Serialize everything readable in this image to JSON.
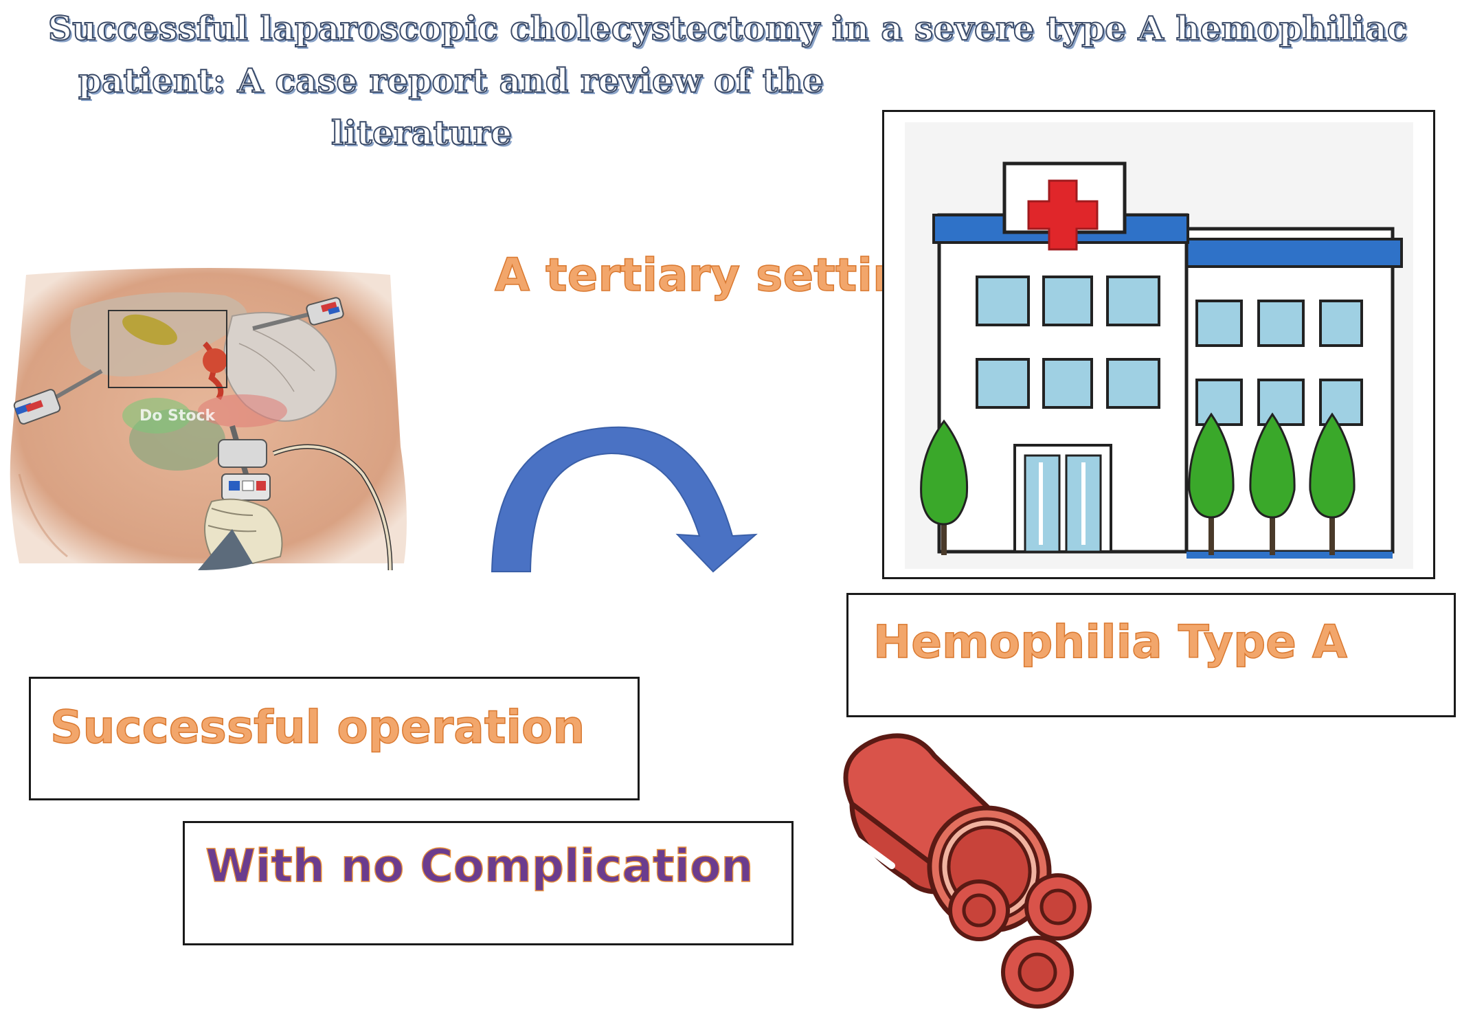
{
  "title": {
    "line1": "Successful laparoscopic cholecystectomy in a severe type A hemophiliac",
    "line2": "patient: A case report and review of the",
    "line3": "literature"
  },
  "labels": {
    "tertiary": "A tertiary setting",
    "hemophilia": "Hemophilia Type A",
    "success": "Successful operation",
    "no_complication": "With no Complication"
  },
  "surgery_watermark": "Do   Stock",
  "colors": {
    "label_fill": "#f2a66b",
    "label_outline": "#d9782f",
    "no_complication_fill": "#6b3c8e",
    "arrow": "#4a72c4",
    "title_outline": "#3a4a68",
    "blood_red": "#d9534a",
    "hospital_cross": "#e0262a",
    "hospital_roof": "#2f72c8",
    "tree_green": "#3aa82a"
  },
  "icons": [
    "surgery-illustration",
    "curved-arrow-icon",
    "hospital-icon",
    "blood-vessel-icon"
  ]
}
